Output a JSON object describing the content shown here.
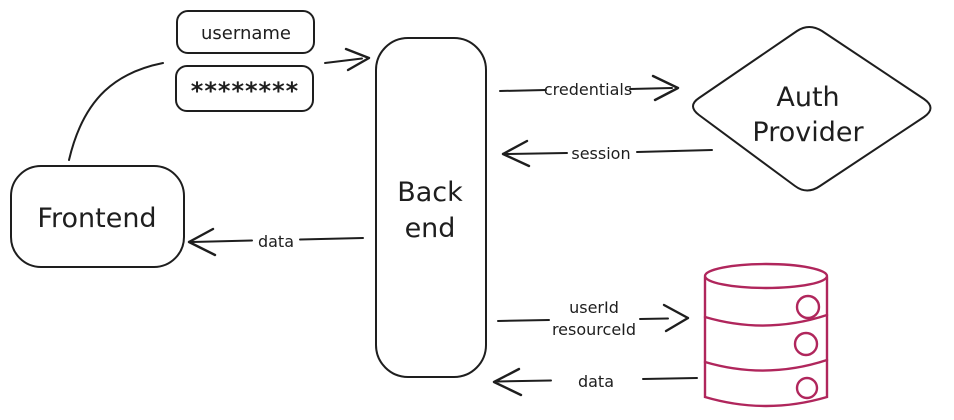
{
  "diagram": {
    "colors": {
      "background": "#ffffff",
      "stroke": "#1e1e1e",
      "database_stroke": "#b0265c"
    },
    "nodes": {
      "username_input": {
        "label": "username"
      },
      "password_input": {
        "value": "********"
      },
      "frontend": {
        "label": "Frontend"
      },
      "backend": {
        "label_line1": "Back",
        "label_line2": "end"
      },
      "auth_provider": {
        "label_line1": "Auth",
        "label_line2": "Provider"
      },
      "database": {
        "icon": "database-cylinder"
      }
    },
    "edges": {
      "inputs_to_backend": {
        "label": "",
        "from": "inputs",
        "to": "backend"
      },
      "credentials": {
        "label": "credentials",
        "from": "backend",
        "to": "auth_provider"
      },
      "session": {
        "label": "session",
        "from": "auth_provider",
        "to": "backend"
      },
      "data_to_frontend": {
        "label": "data",
        "from": "backend",
        "to": "frontend"
      },
      "ids_to_database": {
        "label_line1": "userId",
        "label_line2": "resourceId",
        "from": "backend",
        "to": "database"
      },
      "data_from_database": {
        "label": "data",
        "from": "database",
        "to": "backend"
      }
    }
  }
}
